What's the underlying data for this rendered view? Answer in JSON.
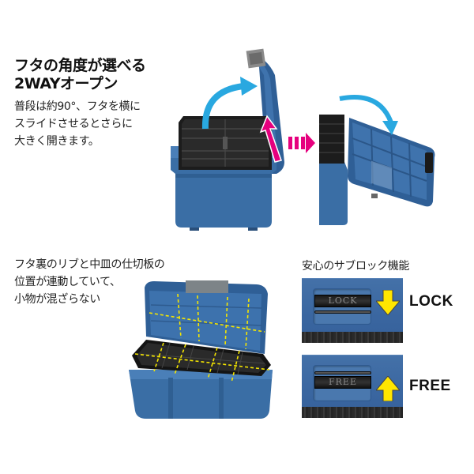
{
  "section1": {
    "headline_lines": [
      "フタの角度が選べる",
      "2WAYオープン"
    ],
    "body_lines": [
      "普段は約90°、フタを横に",
      "スライドさせるとさらに",
      "大きく開きます。"
    ],
    "images": [
      {
        "name": "box-open-90-degrees",
        "description": "Blue tackle box with lid open upright, tray visible"
      },
      {
        "name": "box-open-wide-slid",
        "description": "Blue tackle box with lid slid sideways and tilted open wider"
      }
    ],
    "arrow_colors": {
      "curve": "#29a8e0",
      "slide": "#e6007e",
      "transition": "#e6007e"
    }
  },
  "section2": {
    "body_lines": [
      "フタ裏のリブと中皿の仕切板の",
      "位置が連動していて、",
      "小物が混ざらない"
    ],
    "image": {
      "name": "box-open-with-dividers",
      "description": "Open tackle box with yellow dashed lines showing aligned lid ribs and tray dividers"
    },
    "guide_color": "#f5e600"
  },
  "section3": {
    "heading": "安心のサブロック機能",
    "panels": [
      {
        "state_label": "LOCK",
        "slider_text": "LOCK",
        "arrow_direction": "down"
      },
      {
        "state_label": "FREE",
        "slider_text": "FREE",
        "arrow_direction": "up"
      }
    ],
    "arrow_color": "#ffe600"
  },
  "colors": {
    "box_blue": "#3a6ea5",
    "box_blue_dark": "#2b5688",
    "tray_black": "#1c1c1c",
    "text": "#111111"
  }
}
